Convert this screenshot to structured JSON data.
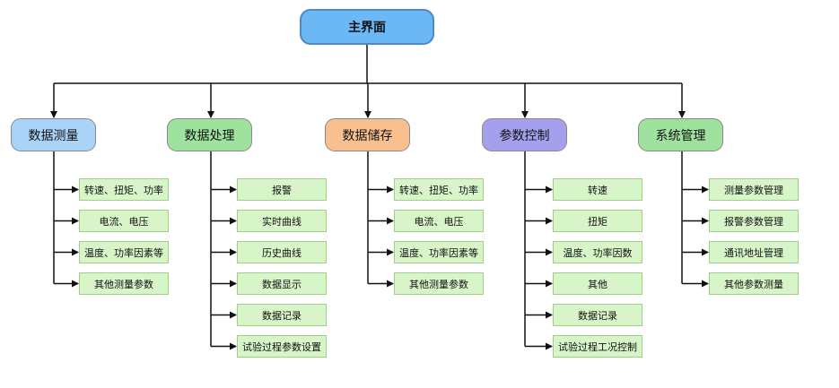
{
  "root": {
    "label": "主界面",
    "color": "#6cb8f5"
  },
  "categories": [
    {
      "label": "数据测量",
      "color": "#a9d4f7",
      "children": [
        "转速、扭矩、功率",
        "电流、电压",
        "温度、功率因素等",
        "其他测量参数"
      ]
    },
    {
      "label": "数据处理",
      "color": "#9fe29f",
      "children": [
        "报警",
        "实时曲线",
        "历史曲线",
        "数据显示",
        "数据记录",
        "试验过程参数设置"
      ]
    },
    {
      "label": "数据储存",
      "color": "#f8c08f",
      "children": [
        "转速、扭矩、功率",
        "电流、电压",
        "温度、功率因素等",
        "其他测量参数"
      ]
    },
    {
      "label": "参数控制",
      "color": "#a4a0ee",
      "children": [
        "转速",
        "扭矩",
        "温度、功率因数",
        "其他",
        "数据记录",
        "试验过程工况控制"
      ]
    },
    {
      "label": "系统管理",
      "color": "#9fe29f",
      "children": [
        "测量参数管理",
        "报警参数管理",
        "通讯地址管理",
        "其他参数测量"
      ]
    }
  ]
}
